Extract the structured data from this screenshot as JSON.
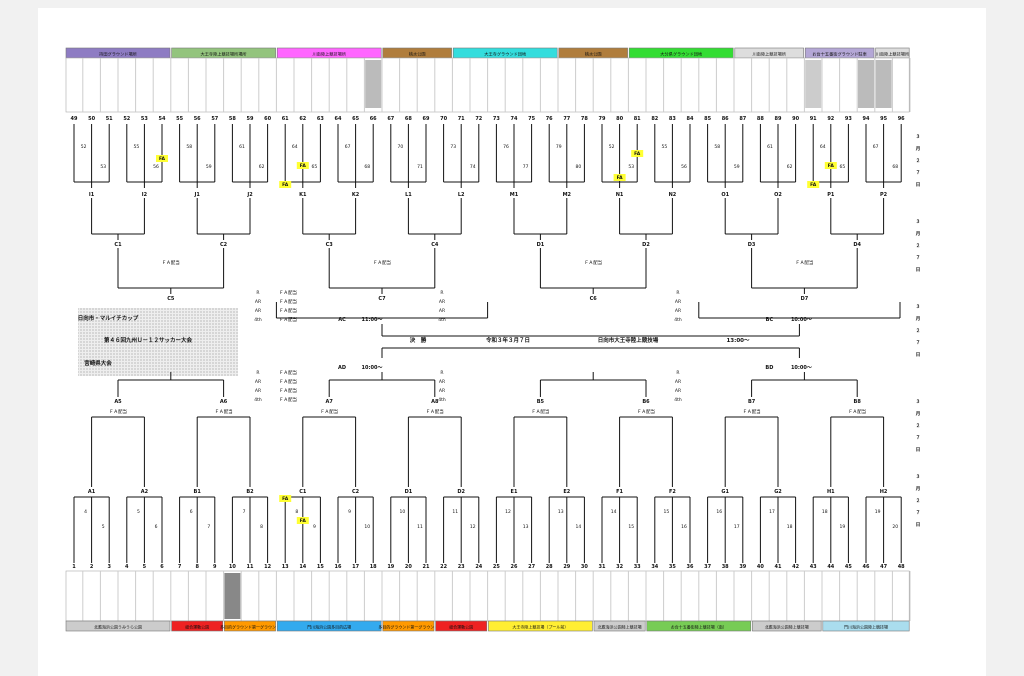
{
  "venues_top": [
    {
      "name": "持田グラウンド場所",
      "color": "#8e7cc3"
    },
    {
      "name": "大王寺陸上競技場所場所",
      "color": "#93c47d"
    },
    {
      "name": "川南陸上競技場所",
      "color": "#ff66ff"
    },
    {
      "name": "桃水公園",
      "color": "#b07d3c"
    },
    {
      "name": "大王寺グラウンド団地",
      "color": "#33dddd"
    },
    {
      "name": "桃水公園",
      "color": "#b07d3c"
    },
    {
      "name": "大分県グラウンド団地",
      "color": "#33dd33"
    },
    {
      "name": "川南陸上競技場所",
      "color": "#dddddd"
    },
    {
      "name": "お台十五番街グラウンド駐車",
      "color": "#b4a7d6"
    },
    {
      "name": "川南陸上競技場所",
      "color": "#dddddd"
    }
  ],
  "venues_bottom": [
    {
      "name": "北鷹海浜公園うみうら公園",
      "color": "#cccccc"
    },
    {
      "name": "総合運動公園",
      "color": "#ee2222"
    },
    {
      "name": "多目的グラウンド第一グラウンド",
      "color": "#ff9900"
    },
    {
      "name": "門川海浜公園多目的広場",
      "color": "#33aaee"
    },
    {
      "name": "多目的グラウンド第一グラウンド",
      "color": "#ff9900"
    },
    {
      "name": "総合運動公園",
      "color": "#ee2222"
    },
    {
      "name": "大王寺陸上競技場（プール前）",
      "color": "#ffee33"
    },
    {
      "name": "北鷹海浜公園陸上競技場",
      "color": "#cccccc"
    },
    {
      "name": "お台十五番街陸上競技場（南）",
      "color": "#77cc55"
    },
    {
      "name": "北鷹海浜公園陸上競技場",
      "color": "#cccccc"
    },
    {
      "name": "門川海浜公園陸上競技場",
      "color": "#aaddee"
    }
  ],
  "top_numbers": [
    "49",
    "50",
    "51",
    "52",
    "53",
    "54",
    "55",
    "56",
    "57",
    "58",
    "59",
    "60",
    "61",
    "62",
    "63",
    "64",
    "65",
    "66",
    "67",
    "68",
    "69",
    "70",
    "71",
    "72",
    "73",
    "74",
    "75",
    "76",
    "77",
    "78",
    "79",
    "80",
    "81",
    "82",
    "83",
    "84",
    "85",
    "86",
    "87",
    "88",
    "89",
    "90",
    "91",
    "92",
    "93",
    "94",
    "95",
    "96"
  ],
  "bottom_numbers": [
    "1",
    "2",
    "3",
    "4",
    "5",
    "6",
    "7",
    "8",
    "9",
    "10",
    "11",
    "12",
    "13",
    "14",
    "15",
    "16",
    "17",
    "18",
    "19",
    "20",
    "21",
    "22",
    "23",
    "24",
    "25",
    "26",
    "27",
    "28",
    "29",
    "30",
    "31",
    "32",
    "33",
    "34",
    "35",
    "36",
    "37",
    "38",
    "39",
    "40",
    "41",
    "42",
    "43",
    "44",
    "45",
    "46",
    "47",
    "48"
  ],
  "top_group_labels": [
    "I1",
    "I2",
    "J1",
    "J2",
    "K1",
    "K2",
    "L1",
    "L2",
    "M1",
    "M2",
    "N1",
    "N2",
    "O1",
    "O2",
    "P1",
    "P2"
  ],
  "top_r3_labels": [
    "C1",
    "C2",
    "C3",
    "C4",
    "D1",
    "D2",
    "D3",
    "D4"
  ],
  "top_r4_labels": [
    "C5",
    "C7",
    "C6",
    "D7"
  ],
  "bottom_group_labels": [
    "A1",
    "A2",
    "B1",
    "B2",
    "C1",
    "C2",
    "D1",
    "D2",
    "E1",
    "E2",
    "F1",
    "F2",
    "G1",
    "G2",
    "H1",
    "H2"
  ],
  "bottom_r3_labels": [
    "A5",
    "A6",
    "A7",
    "A8",
    "B5",
    "B6",
    "B7",
    "B8"
  ],
  "title_box": {
    "line1": "日向市・マルイチカップ",
    "line2": "第４６回九州Ｕ－１２サッカー大会",
    "line3": "宮崎県大会"
  },
  "final": {
    "label": "決　勝",
    "date": "令和３年３月７日",
    "venue": "日向市大王寺陸上競技場",
    "time": "13:00～"
  },
  "times": {
    "ac": "11:00～",
    "bc": "10:00～",
    "ad": "10:00～",
    "bd": "10:00～"
  },
  "rank_labels": [
    "R",
    "AR",
    "AR",
    "4th"
  ],
  "fa_label": "FA",
  "fa_text": "ＦＡ配当",
  "date_side_labels": [
    "３",
    "月",
    "２",
    "７",
    "日"
  ]
}
